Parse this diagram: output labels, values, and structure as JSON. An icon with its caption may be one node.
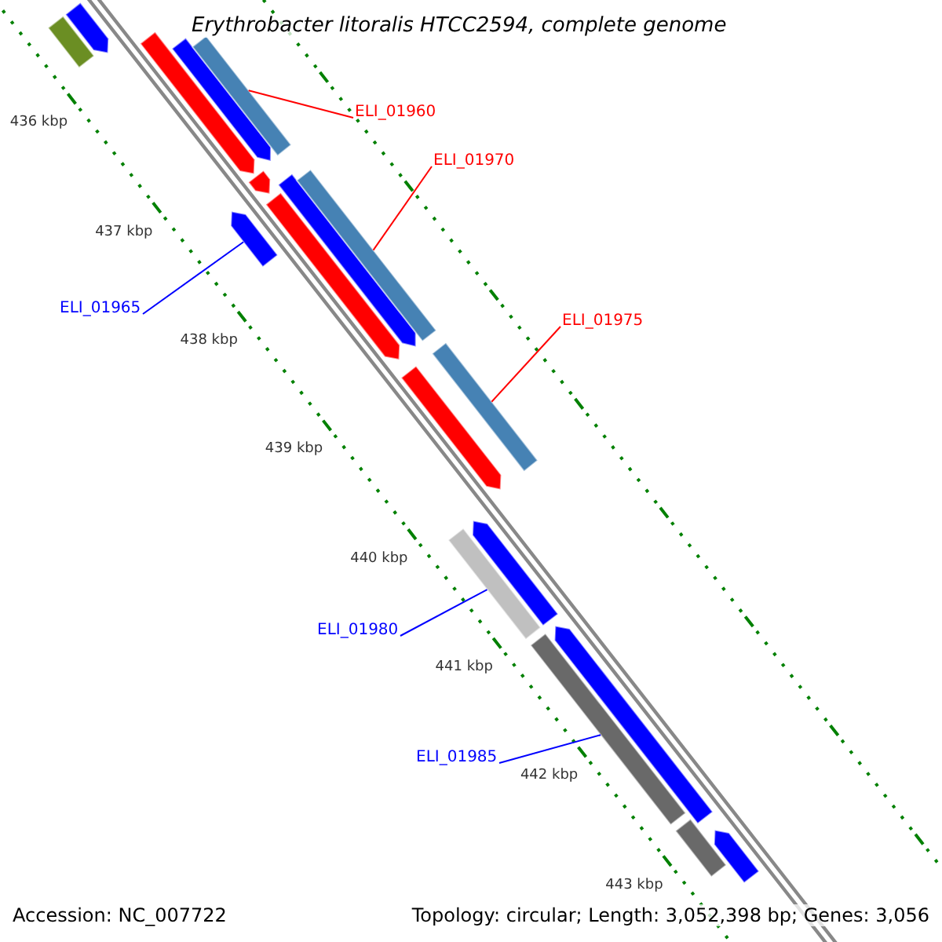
{
  "diagram": {
    "title": "Erythrobacter litoralis HTCC2594, complete genome",
    "nodes": [
      {
        "text": [
          "ELI_01960"
        ]
      },
      {
        "text": [],
        "shape": "bar"
      },
      {
        "text": [
          "ELI_01970"
        ]
      },
      {
        "text": [],
        "shape": "bar"
      },
      {
        "text": [
          "ELI_01965"
        ]
      },
      {
        "text": [],
        "shape": "bar"
      },
      {
        "text": [
          "ELI_01975"
        ]
      },
      {
        "text": [],
        "shape": "bar"
      },
      {
        "text": [
          "ELI_01980"
        ]
      },
      {
        "text": [],
        "shape": "bar"
      },
      {
        "text": [
          "ELI_01985"
        ]
      },
      {
        "text": [],
        "shape": "bar"
      }
    ],
    "edges": [
      {
        "from": 0,
        "to": 1,
        "arrow": "none",
        "color": "#ff0000"
      },
      {
        "from": 2,
        "to": 3,
        "arrow": "none",
        "color": "#ff0000"
      },
      {
        "from": 4,
        "to": 5,
        "arrow": "none",
        "color": "#0000ff"
      },
      {
        "from": 6,
        "to": 7,
        "arrow": "none",
        "color": "#ff0000"
      },
      {
        "from": 8,
        "to": 9,
        "arrow": "none",
        "color": "#0000ff"
      },
      {
        "from": 10,
        "to": 11,
        "arrow": "none",
        "color": "#0000ff"
      }
    ],
    "labels": [
      "436 kbp",
      "437 kbp",
      "438 kbp",
      "439 kbp",
      "440 kbp",
      "441 kbp",
      "442 kbp",
      "443 kbp",
      "Accession: NC_007722",
      "Topology: circular; Length: 3,052,398 bp; Genes: 3,056"
    ]
  }
}
